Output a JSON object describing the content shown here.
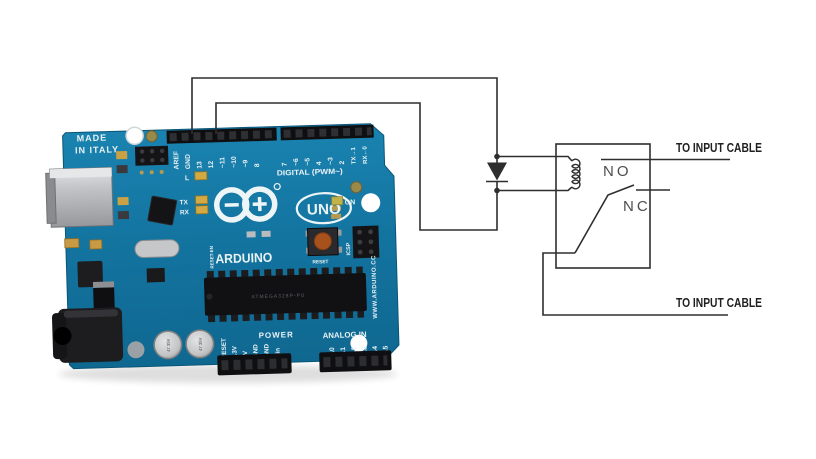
{
  "diagram": {
    "cable_labels": {
      "top": "TO INPUT CABLE",
      "bottom": "TO INPUT CABLE"
    },
    "relay": {
      "no_label": "NO",
      "nc_label": "NC"
    },
    "colors": {
      "line": "#2e2e2e",
      "cable_label": "#1f1f1f",
      "contact_label": "#4d4d4d"
    }
  },
  "arduino": {
    "silkscreen": {
      "made_line1": "MADE",
      "made_line2": "IN ITALY",
      "brand": "ARDUINO",
      "model": "UNO",
      "digital_section": "DIGITAL (PWM~)",
      "power_section": "POWER",
      "analog_section": "ANALOG IN",
      "url": "WWW.ARDUINO.CC",
      "led_l": "L",
      "led_tx": "TX",
      "led_rx": "RX",
      "led_on": "ON",
      "icsp": "ICSP",
      "reset_button": "RESET",
      "reset_en": "RESET-EN",
      "chip": "ATMEGA328P-PU",
      "cap": "47 35V"
    },
    "digital_pins": [
      "AREF",
      "GND",
      "13",
      "12",
      "~11",
      "~10",
      "~9",
      "8",
      "7",
      "~6",
      "~5",
      "4",
      "~3",
      "2",
      "TX→1",
      "RX←0"
    ],
    "power_pins": [
      "RESET",
      "3.3V",
      "5V",
      "GND",
      "GND",
      "Vin"
    ],
    "analog_pins": [
      "A0",
      "A1",
      "A2",
      "A3",
      "A4",
      "A5"
    ],
    "colors": {
      "board": "#13739f",
      "board_dark": "#0d5d84",
      "silk": "#e9f2f5",
      "header": "#0f0f11"
    }
  }
}
